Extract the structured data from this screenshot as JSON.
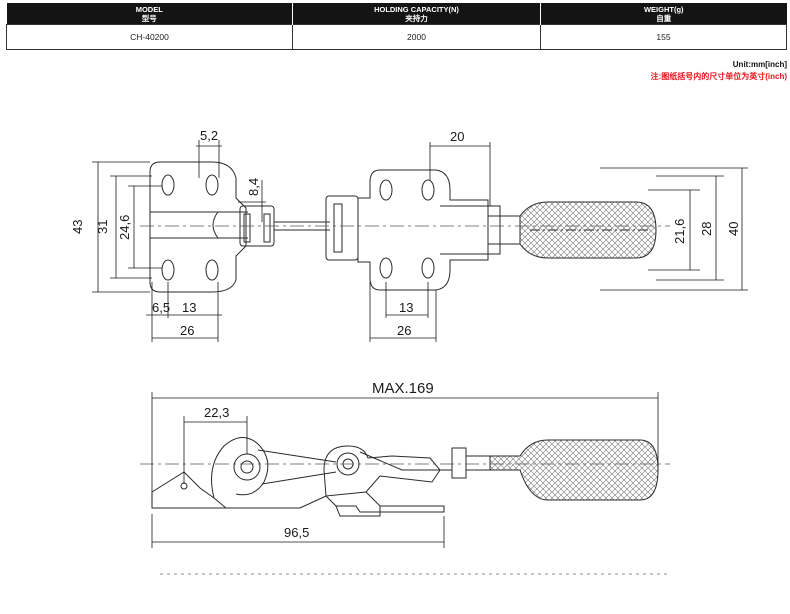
{
  "table": {
    "headers": [
      {
        "en": "MODEL",
        "cn": "型号"
      },
      {
        "en": "HOLDING CAPACITY(N)",
        "cn": "夹持力"
      },
      {
        "en": "WEIGHT(g)",
        "cn": "自重"
      }
    ],
    "row": {
      "model": "CH-40200",
      "capacity": "2000",
      "weight": "155"
    }
  },
  "units": {
    "en": "Unit:mm[inch]",
    "cn": "注:图纸括号内的尺寸单位为英寸(inch)"
  },
  "dimensions": {
    "d5_2": "5,2",
    "d8_4": "8,4",
    "d43": "43",
    "d31": "31",
    "d24_6": "24,6",
    "d6_5": "6,5",
    "d13_left": "13",
    "d26_left": "26",
    "d20": "20",
    "d21_6": "21,6",
    "d28": "28",
    "d40": "40",
    "d13_right": "13",
    "d26_right": "26",
    "max169": "MAX.169",
    "d22_3": "22,3",
    "d96_5": "96,5"
  }
}
